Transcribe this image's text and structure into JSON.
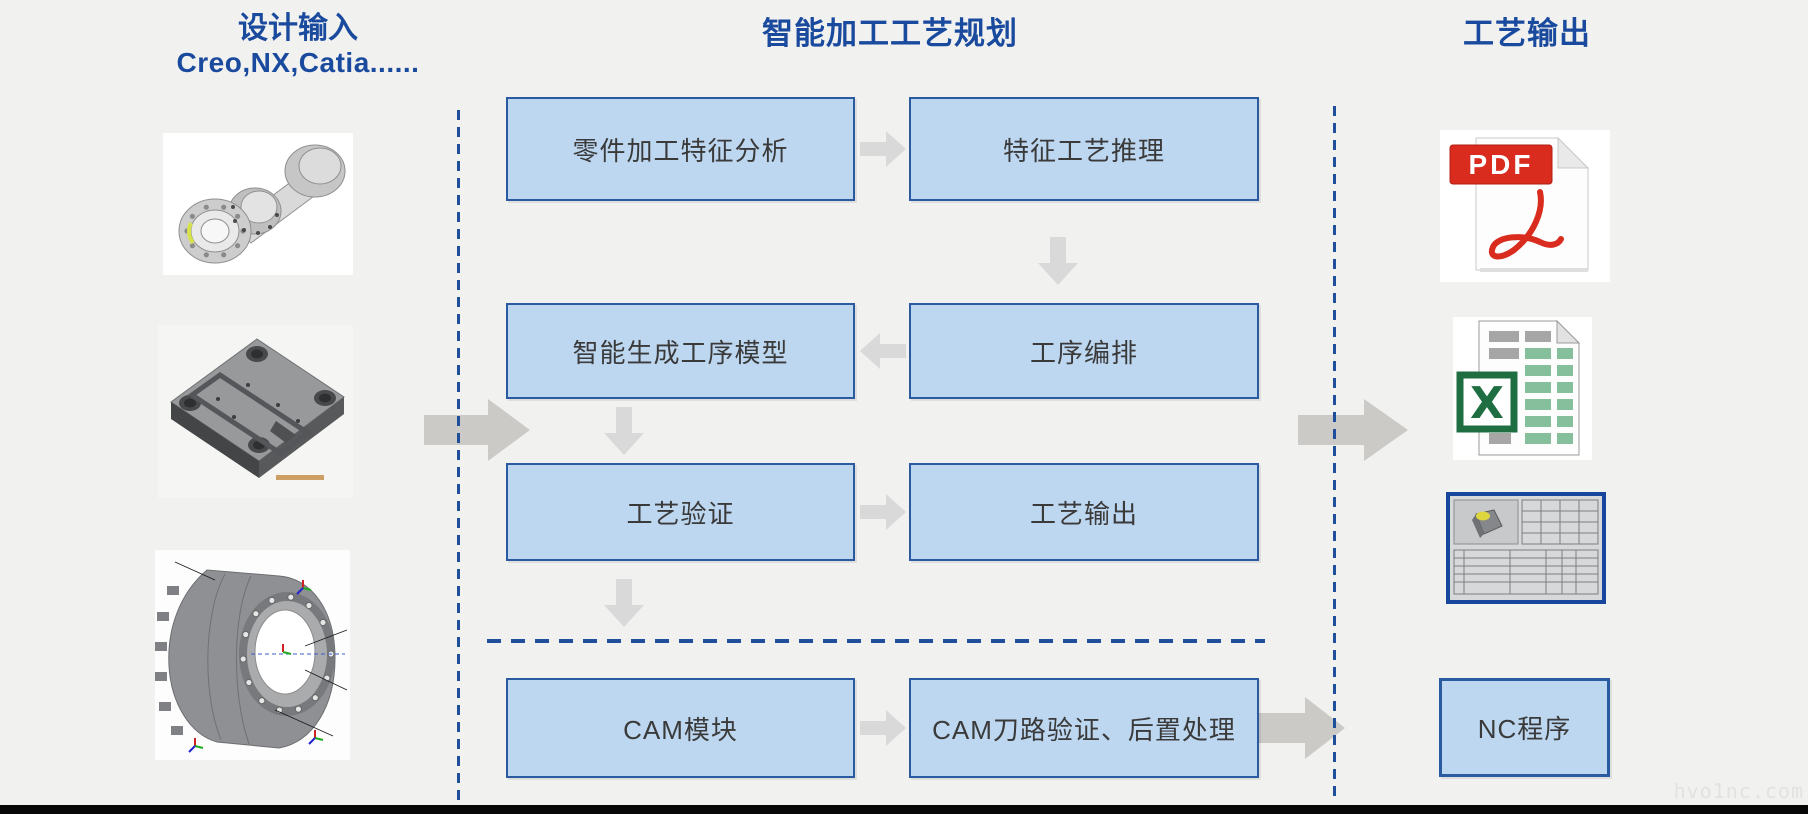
{
  "headers": {
    "design_input_title": "设计输入",
    "design_input_subtitle": "Creo,NX,Catia......",
    "center_title": "智能加工工艺规划",
    "output_title": "工艺输出"
  },
  "process_boxes": [
    {
      "label": "零件加工特征分析"
    },
    {
      "label": "特征工艺推理"
    },
    {
      "label": "智能生成工序模型"
    },
    {
      "label": "工序编排"
    },
    {
      "label": "工艺验证"
    },
    {
      "label": "工艺输出"
    },
    {
      "label": "CAM模块"
    },
    {
      "label": "CAM刀路验证、后置处理"
    }
  ],
  "outputs": {
    "pdf_badge": "PDF",
    "excel_badge": "X",
    "nc_label": "NC程序"
  },
  "images": {
    "left_column": [
      "cad-shaft-flange-render",
      "cad-mold-plate-render",
      "cad-casing-render"
    ],
    "right_column": [
      "pdf-file-icon",
      "excel-file-icon",
      "process-card-drawing-thumbnail"
    ]
  },
  "watermark": "hvo1nc.com",
  "colors": {
    "background": "#f1f1f0",
    "title_blue": "#1a4a9e",
    "box_fill": "#bdd7f0",
    "box_border": "#2a5a9f",
    "dashed_line": "#1f4e9b",
    "small_arrow": "#d9d9d9",
    "big_arrow": "#cbcac7",
    "pdf_red": "#d92b1e",
    "excel_green": "#1f6e42",
    "drawing_frame": "#17479d"
  }
}
